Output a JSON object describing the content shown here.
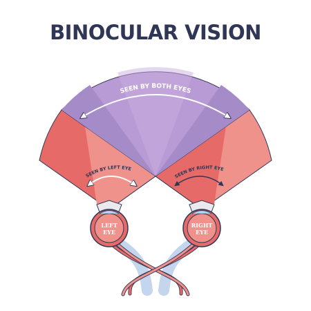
{
  "title": "BINOCULAR VISION",
  "labels": {
    "both": "SEEN BY BOTH EYES",
    "left": "SEEN BY LEFT EYE",
    "right": "SEEN BY RIGHT EYE",
    "left_eye_line1": "LEFT",
    "left_eye_line2": "EYE",
    "right_eye_line1": "RIGHT",
    "right_eye_line2": "EYE"
  },
  "colors": {
    "title": "#2f3656",
    "purple_dark": "#a58cc8",
    "purple_mid": "#b89bd4",
    "purple_light": "#c9b0e0",
    "red_dark": "#e66a68",
    "red_light": "#ef928c",
    "nerve_shadow": "#c4d6ee",
    "outline": "#2f3656"
  }
}
